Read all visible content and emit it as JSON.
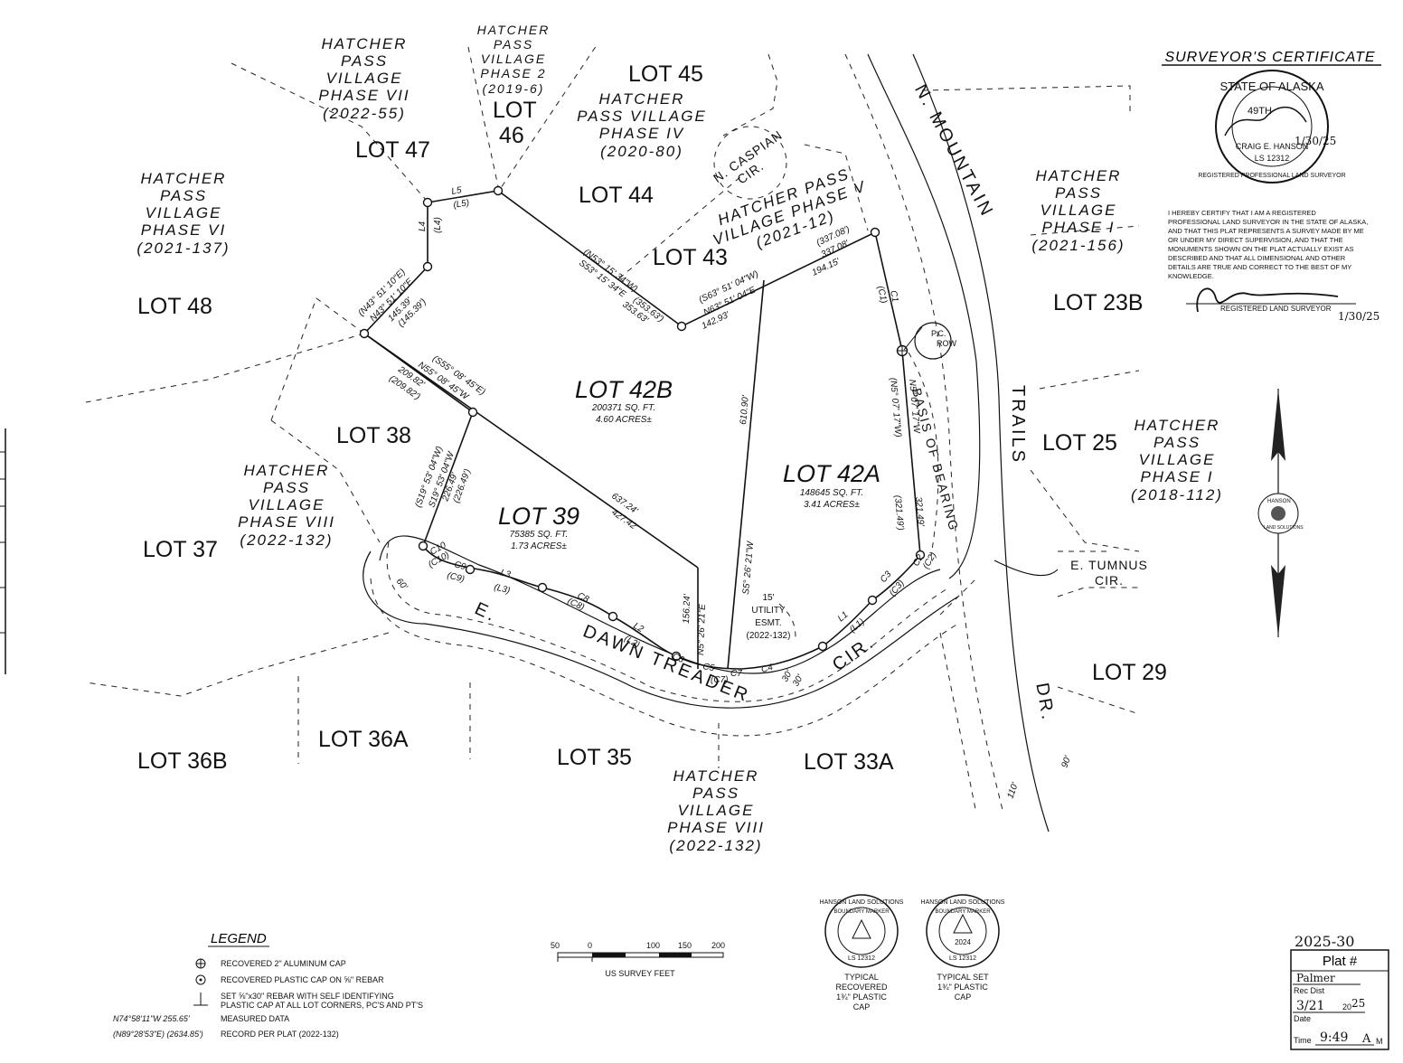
{
  "lots": {
    "lot45": "LOT 45",
    "lot46a": "LOT",
    "lot46b": "46",
    "lot47": "LOT 47",
    "lot44": "LOT 44",
    "lot43": "LOT 43",
    "lot48": "LOT 48",
    "lot38": "LOT 38",
    "lot37": "LOT 37",
    "lot23b": "LOT 23B",
    "lot25": "LOT 25",
    "lot29": "LOT 29",
    "lot36a": "LOT 36A",
    "lot36b": "LOT 36B",
    "lot35": "LOT 35",
    "lot33a": "LOT 33A"
  },
  "subdivisions": {
    "phase7": [
      "HATCHER",
      "PASS",
      "VILLAGE",
      "PHASE VII",
      "(2022-55)"
    ],
    "phase2": [
      "HATCHER",
      "PASS",
      "VILLAGE",
      "PHASE 2",
      "(2019-6)"
    ],
    "phase4": [
      "HATCHER",
      "PASS VILLAGE",
      "PHASE IV",
      "(2020-80)"
    ],
    "phase6": [
      "HATCHER",
      "PASS",
      "VILLAGE",
      "PHASE VI",
      "(2021-137)"
    ],
    "phase5": [
      "HATCHER PASS",
      "VILLAGE PHASE V",
      "(2021-12)"
    ],
    "phase1a": [
      "HATCHER",
      "PASS",
      "VILLAGE",
      "PHASE I",
      "(2021-156)"
    ],
    "phase1b": [
      "HATCHER",
      "PASS",
      "VILLAGE",
      "PHASE I",
      "(2018-112)"
    ],
    "phase8a": [
      "HATCHER",
      "PASS",
      "VILLAGE",
      "PHASE VIII",
      "(2022-132)"
    ],
    "phase8b": [
      "HATCHER",
      "PASS",
      "VILLAGE",
      "PHASE VIII",
      "(2022-132)"
    ]
  },
  "parcels": {
    "lot42b": {
      "name": "LOT 42B",
      "sqft": "200371 SQ. FT.",
      "acres": "4.60 ACRES±"
    },
    "lot42a": {
      "name": "LOT 42A",
      "sqft": "148645 SQ. FT.",
      "acres": "3.41 ACRES±"
    },
    "lot39": {
      "name": "LOT 39",
      "sqft": "75385 SQ. FT.",
      "acres": "1.73 ACRES±"
    }
  },
  "streets": {
    "caspian": [
      "N. CASPIAN",
      "CIR."
    ],
    "mountain": "N.  MOUNTAIN",
    "trails": "TRAILS",
    "dr": "DR.",
    "tumnus": [
      "E. TUMNUS",
      "CIR."
    ],
    "dawn_e": "E.",
    "dawn": "DAWN  TREADER",
    "dawn_cir": "CIR."
  },
  "bearings": {
    "b1": "(N53° 15' 34\"W)",
    "b2": "S53° 15' 34\"E",
    "b3": "(353.63')",
    "b4": "353.63'",
    "b5": "(S63° 51' 04\"W)",
    "b6": "N63° 51' 04\"E",
    "b7": "142.93'",
    "b8": "194.15'",
    "b9": "(337.08')",
    "b10": "337.08'",
    "b11": "(N43° 51' 10\"E)",
    "b12": "N43° 51' 10\"E",
    "b13": "145.39'",
    "b14": "(145.39')",
    "b15": "(S55° 08' 45\"E)",
    "b16": "N55° 08' 45\"W",
    "b17": "209.82'",
    "b18": "(209.82')",
    "b19": "(S19° 53' 04\"W)",
    "b20": "S19° 53' 04\"W",
    "b21": "226.49'",
    "b22": "(226.49')",
    "b23": "637.24'",
    "b24": "427.42'",
    "b25": "610.90'",
    "b26": "S5° 26' 21\"W",
    "b27": "156.24'",
    "b28": "N5° 26' 21\"E",
    "b29": "(N5° 07' 17\"W)",
    "b30": "N5° 07' 17\"W",
    "b31": "(321.49')",
    "b32": "321.49'",
    "b33": "L5",
    "b34": "(L5)",
    "b35": "L4",
    "b36": "(L4)",
    "b37": "C1",
    "b38": "(C1)",
    "b39": "L3",
    "b40": "(L3)",
    "b41": "L2",
    "b42": "(L2)",
    "b43": "L1",
    "b44": "(L1)",
    "b45": "C7",
    "b46": "(C7)",
    "b47": "C4",
    "b48": "C5",
    "b49": "C6",
    "b50": "C8",
    "b51": "(C8)",
    "b52": "C9",
    "b53": "(C9)",
    "b54": "C10",
    "b55": "(C10)",
    "b56": "C2",
    "b57": "(C2)",
    "b58": "C3",
    "b59": "(C3)",
    "b60": "30'",
    "b61": "30'",
    "b62": "60'",
    "b63": "110'",
    "b64": "90'"
  },
  "annotations": {
    "pc": "P.C.",
    "row": "ROW",
    "basis": "BASIS  OF  BEARING",
    "utility": [
      "15'",
      "UTILITY",
      "ESMT.",
      "(2022-132)"
    ]
  },
  "certificate": {
    "title": "SURVEYOR'S CERTIFICATE",
    "body": [
      "I HEREBY CERTIFY THAT I AM A REGISTERED",
      "PROFESSIONAL LAND SURVEYOR IN THE STATE OF ALASKA,",
      "AND THAT THIS PLAT REPRESENTS A SURVEY MADE BY ME",
      "OR UNDER MY DIRECT SUPERVISION, AND THAT THE",
      "MONUMENTS SHOWN ON THE PLAT ACTUALLY EXIST AS",
      "DESCRIBED AND THAT ALL DIMENSIONAL AND OTHER",
      "DETAILS ARE TRUE AND CORRECT TO THE BEST OF MY",
      "KNOWLEDGE."
    ],
    "date": "1/30/25",
    "signer_label": "REGISTERED LAND SURVEYOR",
    "seal": {
      "top": "STATE OF ALASKA",
      "num": "49TH",
      "name": "CRAIG E. HANSON",
      "ls": "LS 12312",
      "ring": "REGISTERED PROFESSIONAL LAND SURVEYOR",
      "date": "1/30/25"
    }
  },
  "legend": {
    "title": "LEGEND",
    "items": [
      "RECOVERED 2\" ALUMINUM CAP",
      "RECOVERED PLASTIC CAP ON ⅝\" REBAR",
      "SET ⅝\"x30\" REBAR WITH SELF IDENTIFYING",
      "PLASTIC CAP AT ALL LOT CORNERS, PC'S AND PT'S"
    ],
    "measured_sample": "N74°58'11\"W  255.65'",
    "measured_label": "MEASURED DATA",
    "record_sample": "(N89°28'53\"E)  (2634.85')",
    "record_label": "RECORD PER PLAT (2022-132)"
  },
  "scale": {
    "ticks": [
      "50",
      "0",
      "100",
      "150",
      "200"
    ],
    "unit": "US SURVEY FEET"
  },
  "caps": {
    "recovered": {
      "ring": "HANSON LAND SOLUTIONS",
      "mark": "BOUNDARY MARKER",
      "ls": "LS 12312",
      "label": [
        "TYPICAL",
        "RECOVERED",
        "1¾\" PLASTIC",
        "CAP"
      ]
    },
    "set": {
      "ring": "HANSON LAND SOLUTIONS",
      "mark": "BOUNDARY MARKER",
      "year": "2024",
      "ls": "LS 12312",
      "label": [
        "TYPICAL SET",
        "1¾\" PLASTIC",
        "CAP"
      ]
    }
  },
  "north_logo": {
    "ring": "HANSON",
    "ring2": "LAND SOLUTIONS"
  },
  "recording": {
    "number": "2025-30",
    "plat": "Plat #",
    "district": "Palmer",
    "rec_dist": "Rec Dist",
    "date_val": "3/21",
    "year_prefix": "20",
    "year_val": "25",
    "date": "Date",
    "time": "Time",
    "time_val": "9:49",
    "am": "A",
    "m": "M"
  }
}
